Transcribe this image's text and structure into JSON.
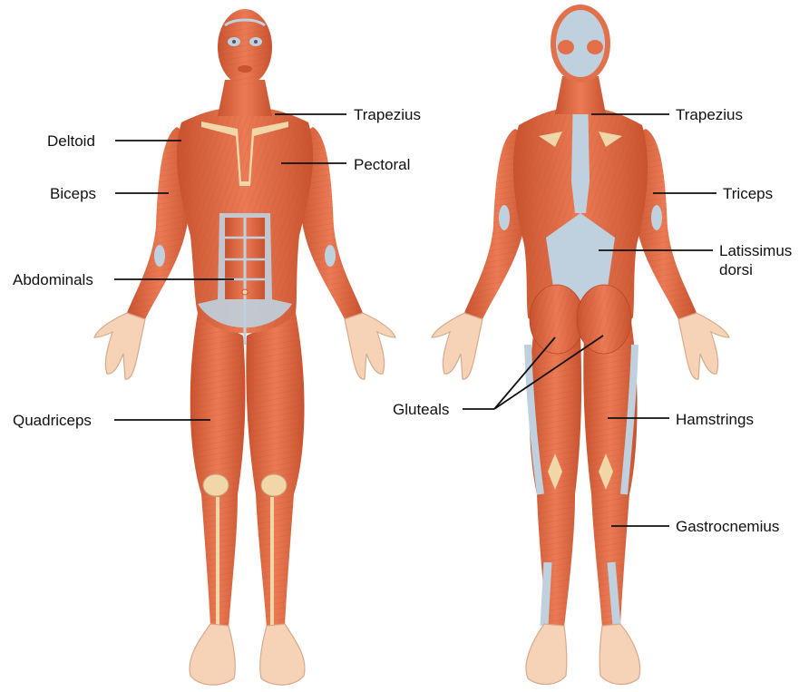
{
  "colors": {
    "muscle": "#e2704a",
    "muscle_dark": "#c9522f",
    "muscle_light": "#ef9570",
    "skin": "#f6d2b6",
    "skin_outline": "#d9a98b",
    "tendon": "#bfd0de",
    "tendon_dark": "#9fb4c7",
    "bone_fascia": "#f1d6a8",
    "label_text": "#111111"
  },
  "views": {
    "front": {
      "name": "anterior-view"
    },
    "back": {
      "name": "posterior-view"
    }
  },
  "labels": {
    "front_trapezius": "Trapezius",
    "deltoid": "Deltoid",
    "pectoral": "Pectoral",
    "biceps": "Biceps",
    "abdominals": "Abdominals",
    "quadriceps": "Quadriceps",
    "back_trapezius": "Trapezius",
    "triceps": "Triceps",
    "latissimus_line1": "Latissimus",
    "latissimus_line2": "dorsi",
    "gluteals": "Gluteals",
    "hamstrings": "Hamstrings",
    "gastrocnemius": "Gastrocnemius"
  }
}
